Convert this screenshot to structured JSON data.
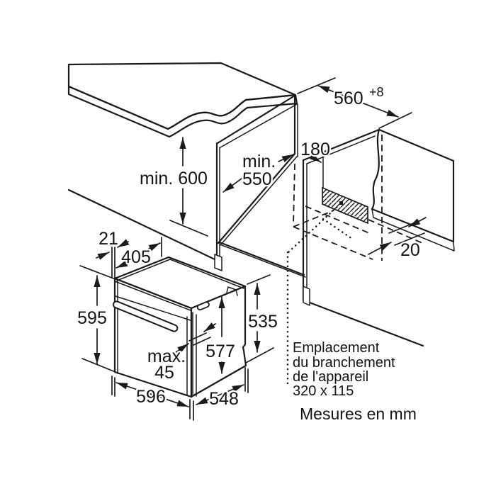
{
  "diagram": {
    "dimensions": {
      "niche_height": "min. 600",
      "niche_depth_line1": "min.",
      "niche_depth_line2": "550",
      "niche_width": "560",
      "niche_width_tolerance": "+8",
      "connection_offset": "180",
      "rear_wall_gap": "20",
      "front_frame_overlap": "21",
      "top_setback": "405",
      "oven_height": "595",
      "oven_rear_height": "535",
      "oven_body_height": "577",
      "door_protrusion_line1": "max.",
      "door_protrusion_line2": "45",
      "oven_width": "596",
      "oven_depth": "548"
    },
    "connection_note": {
      "line1": "Emplacement",
      "line2": "du branchement",
      "line3": "de l'appareil",
      "line4": "320 x 115"
    },
    "units_note": "Mesures en mm",
    "colors": {
      "panel_gray": "#cdcdcd",
      "edge_band_gray": "#bdbdbd",
      "line_color": "#1b1b1b"
    }
  }
}
